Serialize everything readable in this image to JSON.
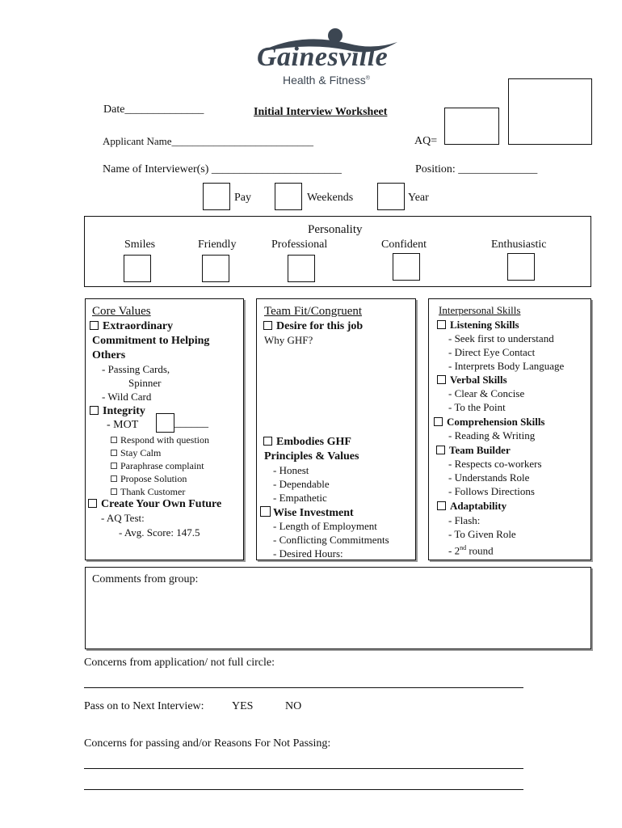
{
  "logo": {
    "brand": "Gainesville",
    "sub": "Health & Fitness",
    "reg": "®"
  },
  "header": {
    "date_label": "Date______________",
    "title": "Initial Interview Worksheet",
    "applicant_label": "Applicant Name___________________________",
    "aq_label": "AQ=",
    "interviewers_label": "Name of Interviewer(s) _______________________",
    "position_label": "Position: ______________"
  },
  "availability": {
    "pay": "Pay",
    "weekends": "Weekends",
    "year": "Year"
  },
  "personality": {
    "title": "Personality",
    "traits": [
      "Smiles",
      "Friendly",
      "Professional",
      "Confident",
      "Enthusiastic"
    ]
  },
  "core_values": {
    "title": "Core Values",
    "extraordinary": "Extraordinary",
    "commitment_line1": "Commitment to Helping",
    "commitment_line2": "Others",
    "passing_cards": "- Passing Cards,",
    "spinner": "Spinner",
    "wild_card": "- Wild Card",
    "integrity": "Integrity",
    "mot": "- MOT",
    "mot_blank": "______",
    "steps": [
      "Respond with question",
      "Stay Calm",
      "Paraphrase complaint",
      "Propose Solution",
      "Thank Customer"
    ],
    "create_future": "Create Your Own Future",
    "aq_test": "- AQ Test:",
    "avg_score": "- Avg. Score: 147.5"
  },
  "team_fit": {
    "title": "Team Fit/Congruent",
    "desire": "Desire for this job",
    "why": "Why GHF?",
    "embodies_line1": "Embodies GHF",
    "embodies_line2": "Principles & Values",
    "values": [
      "- Honest",
      "- Dependable",
      "- Empathetic"
    ],
    "wise": "Wise Investment",
    "investment": [
      "- Length of Employment",
      "- Conflicting Commitments",
      "- Desired Hours:"
    ]
  },
  "interpersonal": {
    "title": "Interpersonal Skills",
    "listening": "Listening Skills",
    "listening_items": [
      "- Seek first to understand",
      "- Direct Eye Contact",
      "- Interprets Body Language"
    ],
    "verbal": "Verbal Skills",
    "verbal_items": [
      "- Clear & Concise",
      "- To the Point"
    ],
    "comprehension": "Comprehension Skills",
    "comprehension_items": [
      "- Reading & Writing"
    ],
    "team_builder": "Team Builder",
    "team_items": [
      "- Respects co-workers",
      "- Understands Role",
      "- Follows Directions"
    ],
    "adaptability": "Adaptability",
    "adapt_items": [
      "- Flash:",
      "- To Given Role"
    ],
    "round_prefix": "- 2",
    "round_sup": "nd",
    "round_suffix": " round"
  },
  "comments": {
    "label": "Comments from group:"
  },
  "footer": {
    "concerns_app": "Concerns from application/ not full circle:",
    "pass_label": "Pass on to Next Interview:",
    "yes": "YES",
    "no": "NO",
    "concerns_passing": "Concerns for passing and/or Reasons For Not Passing:"
  }
}
